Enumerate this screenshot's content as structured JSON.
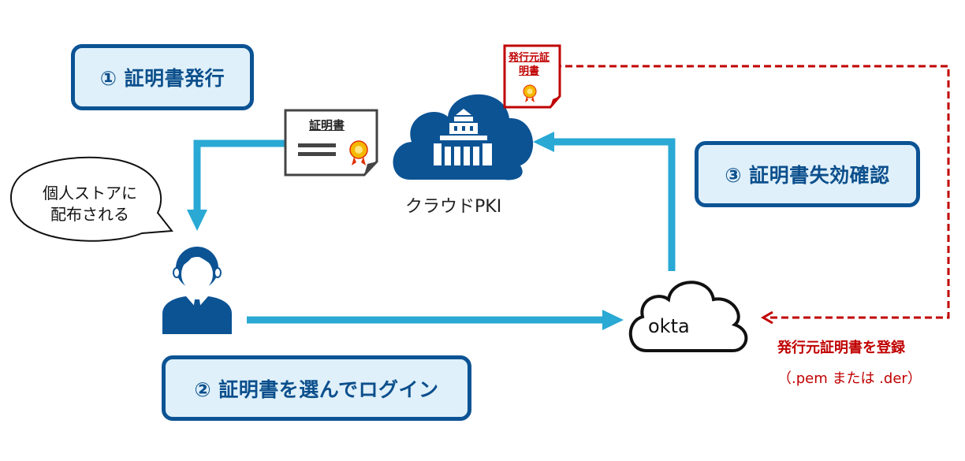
{
  "steps": [
    {
      "number": "①",
      "label": "① 証明書発行"
    },
    {
      "number": "②",
      "label": "② 証明書を選んでログイン"
    },
    {
      "number": "③",
      "label": "③ 証明書失効確認"
    }
  ],
  "nodes": {
    "cloud_pki": {
      "label": "クラウドPKI",
      "icon": "building-cloud-icon"
    },
    "user": {
      "icon": "user-icon"
    },
    "okta": {
      "label": "okta",
      "icon": "cloud-outline-icon"
    }
  },
  "certificate": {
    "title": "証明書",
    "icon": "certificate-icon"
  },
  "issuer_certificate": {
    "title": "発行元証明書",
    "icon": "certificate-icon"
  },
  "speech_bubble": {
    "line1": "個人ストアに",
    "line2": "配布される"
  },
  "registration": {
    "label": "発行元証明書を登録",
    "format": "（.pem または .der）"
  },
  "colors": {
    "step_border": "#0c5394",
    "step_fill": "#dff0fa",
    "arrow": "#29a9d4",
    "pki_cloud": "#0c5394",
    "dashed_red": "#c00000"
  }
}
